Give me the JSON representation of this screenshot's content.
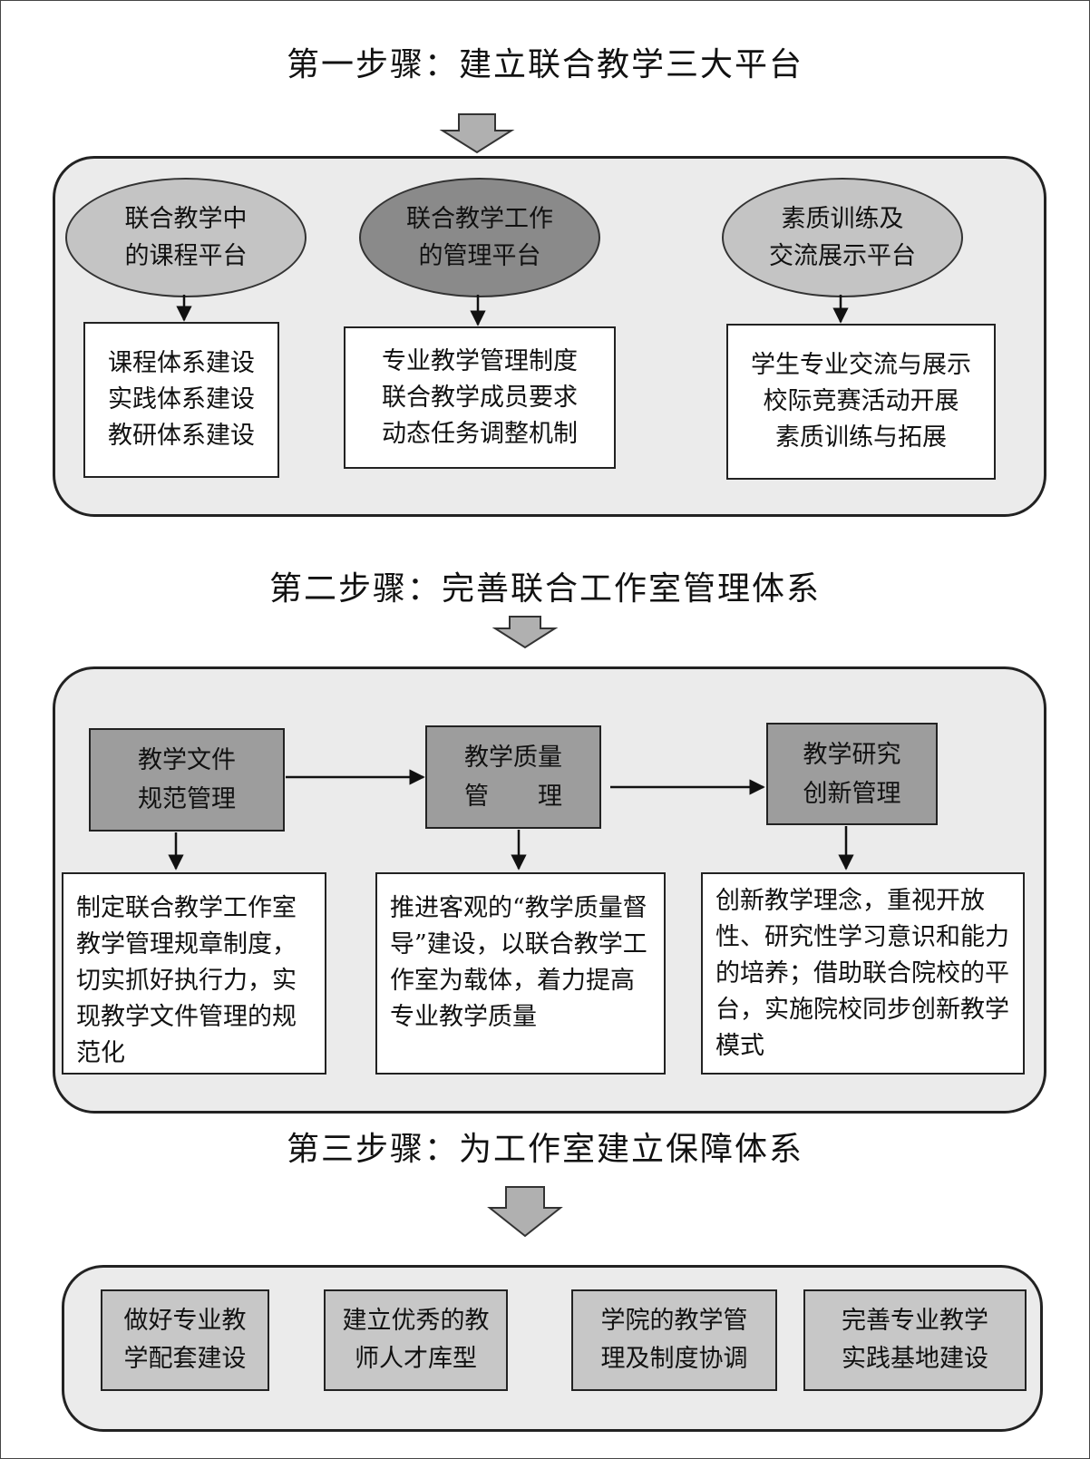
{
  "step1": {
    "title": "第一步骤：建立联合教学三大平台",
    "platforms": [
      {
        "name_lines": [
          "联合教学中",
          "的课程平台"
        ],
        "items": [
          "课程体系建设",
          "实践体系建设",
          "教研体系建设"
        ],
        "fill": "#c4c4c4"
      },
      {
        "name_lines": [
          "联合教学工作",
          "的管理平台"
        ],
        "items": [
          "专业教学管理制度",
          "联合教学成员要求",
          "动态任务调整机制"
        ],
        "fill": "#8a8a8a"
      },
      {
        "name_lines": [
          "素质训练及",
          "交流展示平台"
        ],
        "items": [
          "学生专业交流与展示",
          "校际竞赛活动开展",
          "素质训练与拓展"
        ],
        "fill": "#c4c4c4"
      }
    ]
  },
  "step2": {
    "title": "第二步骤：完善联合工作室管理体系",
    "modules": [
      {
        "name_lines": [
          "教学文件",
          "规范管理"
        ],
        "desc": "制定联合教学工作室教学管理规章制度，切实抓好执行力，实现教学文件管理的规范化"
      },
      {
        "name_lines": [
          "教学质量",
          "管　　理"
        ],
        "desc": "推进客观的“教学质量督导”建设，以联合教学工作室为载体，着力提高专业教学质量"
      },
      {
        "name_lines": [
          "教学研究",
          "创新管理"
        ],
        "desc": "创新教学理念，重视开放性、研究性学习意识和能力的培养；借助联合院校的平台，实施院校同步创新教学模式"
      }
    ]
  },
  "step3": {
    "title": "第三步骤：为工作室建立保障体系",
    "items": [
      {
        "lines": [
          "做好专业教",
          "学配套建设"
        ]
      },
      {
        "lines": [
          "建立优秀的教",
          "师人才库型"
        ]
      },
      {
        "lines": [
          "学院的教学管",
          "理及制度协调"
        ]
      },
      {
        "lines": [
          "完善专业教学",
          "实践基地建设"
        ]
      }
    ]
  },
  "colors": {
    "panel_fill": "#ebebeb",
    "module_fill": "#9d9d9d",
    "support_fill": "#c7c7c7",
    "arrow_fill": "#b0b0b0"
  }
}
